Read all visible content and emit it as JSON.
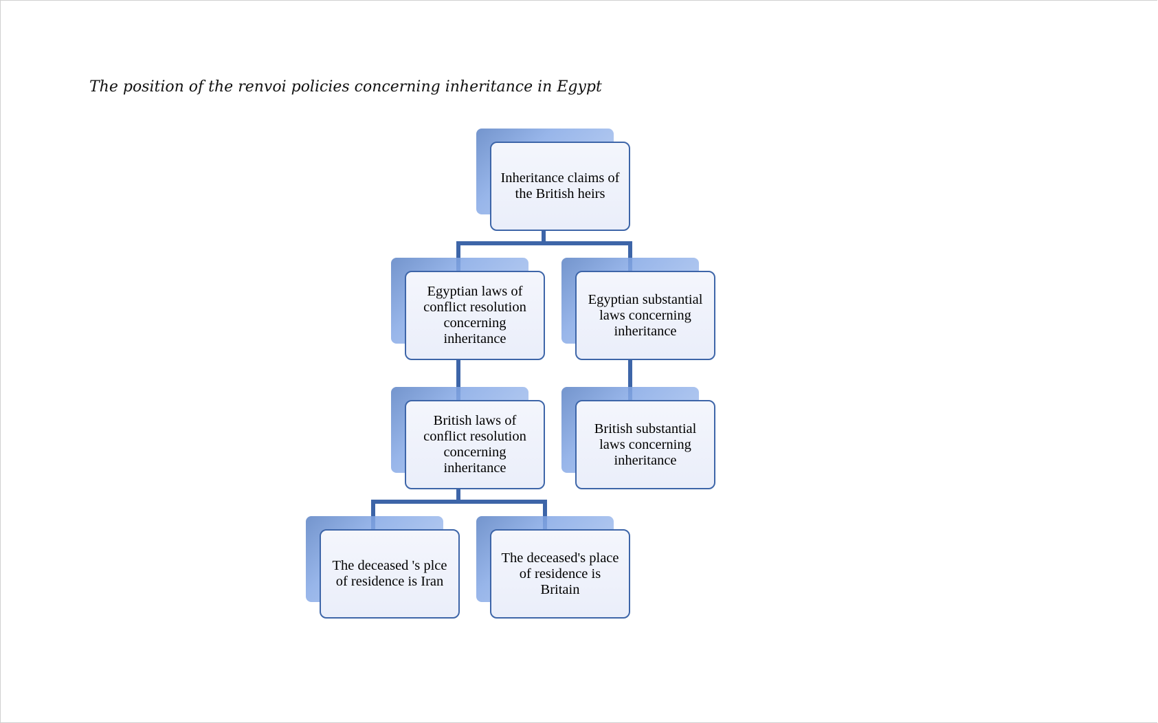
{
  "document": {
    "caption": "The position of the renvoi policies concerning inheritance in Egypt"
  },
  "diagram": {
    "type": "hierarchy",
    "colors": {
      "connector": "#3d65a8",
      "card_border": "#3d65a8",
      "card_fill": "#eef1fa",
      "shadow": "#86a9e6"
    },
    "nodes": [
      {
        "id": "root",
        "label": "Inheritance claims of the British heirs"
      },
      {
        "id": "eg_conflict",
        "label": "Egyptian laws of conflict resolution concerning inheritance"
      },
      {
        "id": "eg_substantial",
        "label": "Egyptian substantial laws concerning inheritance"
      },
      {
        "id": "br_conflict",
        "label": "British  laws of conflict resolution concerning inheritance"
      },
      {
        "id": "br_substantial",
        "label": "British substantial laws concerning inheritance"
      },
      {
        "id": "iran",
        "label": "The deceased 's plce of residence is Iran"
      },
      {
        "id": "britain",
        "label": "The deceased's place of residence is Britain"
      }
    ],
    "edges": [
      [
        "root",
        "eg_conflict"
      ],
      [
        "root",
        "eg_substantial"
      ],
      [
        "eg_conflict",
        "br_conflict"
      ],
      [
        "eg_substantial",
        "br_substantial"
      ],
      [
        "br_conflict",
        "iran"
      ],
      [
        "br_conflict",
        "britain"
      ]
    ]
  }
}
